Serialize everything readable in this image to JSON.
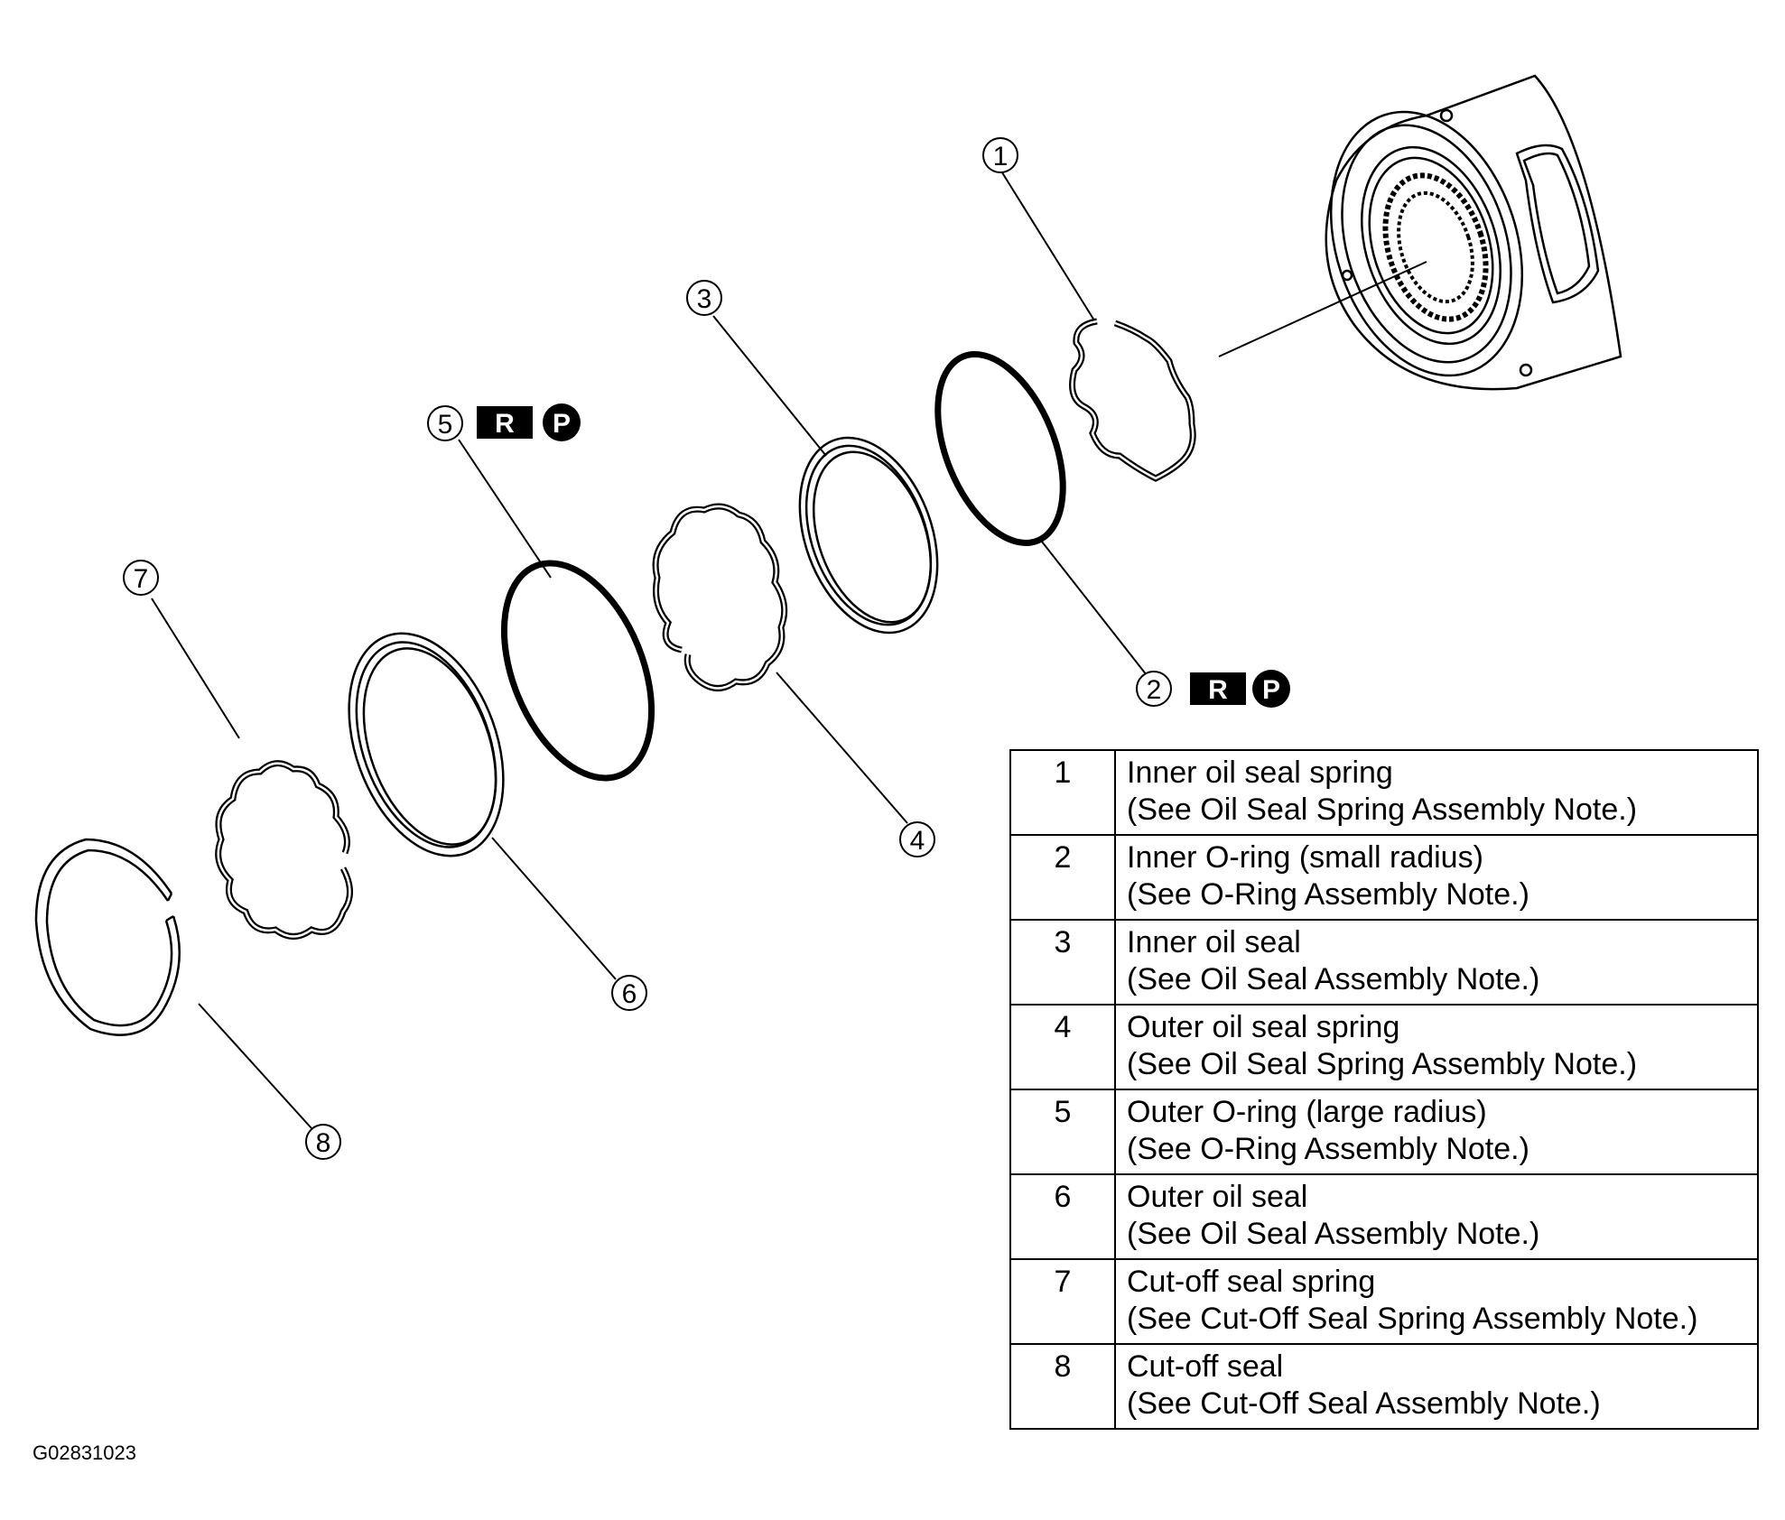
{
  "figure_code": "G02831023",
  "callouts": [
    "1",
    "2",
    "3",
    "4",
    "5",
    "6",
    "7",
    "8"
  ],
  "badges": {
    "r": "R",
    "p": "P"
  },
  "legend": [
    {
      "num": "1",
      "line1": "Inner oil seal spring",
      "line2": "(See Oil Seal Spring Assembly Note.)"
    },
    {
      "num": "2",
      "line1": "Inner O-ring (small radius)",
      "line2": "(See O-Ring Assembly Note.)"
    },
    {
      "num": "3",
      "line1": "Inner oil seal",
      "line2": "(See Oil Seal Assembly Note.)"
    },
    {
      "num": "4",
      "line1": "Outer oil seal spring",
      "line2": "(See Oil Seal Spring Assembly Note.)"
    },
    {
      "num": "5",
      "line1": "Outer O-ring (large radius)",
      "line2": "(See O-Ring Assembly Note.)"
    },
    {
      "num": "6",
      "line1": "Outer oil seal",
      "line2": "(See Oil Seal Assembly Note.)"
    },
    {
      "num": "7",
      "line1": "Cut-off seal spring",
      "line2": "(See Cut-Off Seal Spring Assembly Note.)"
    },
    {
      "num": "8",
      "line1": "Cut-off seal",
      "line2": "(See Cut-Off Seal Assembly Note.)"
    }
  ]
}
